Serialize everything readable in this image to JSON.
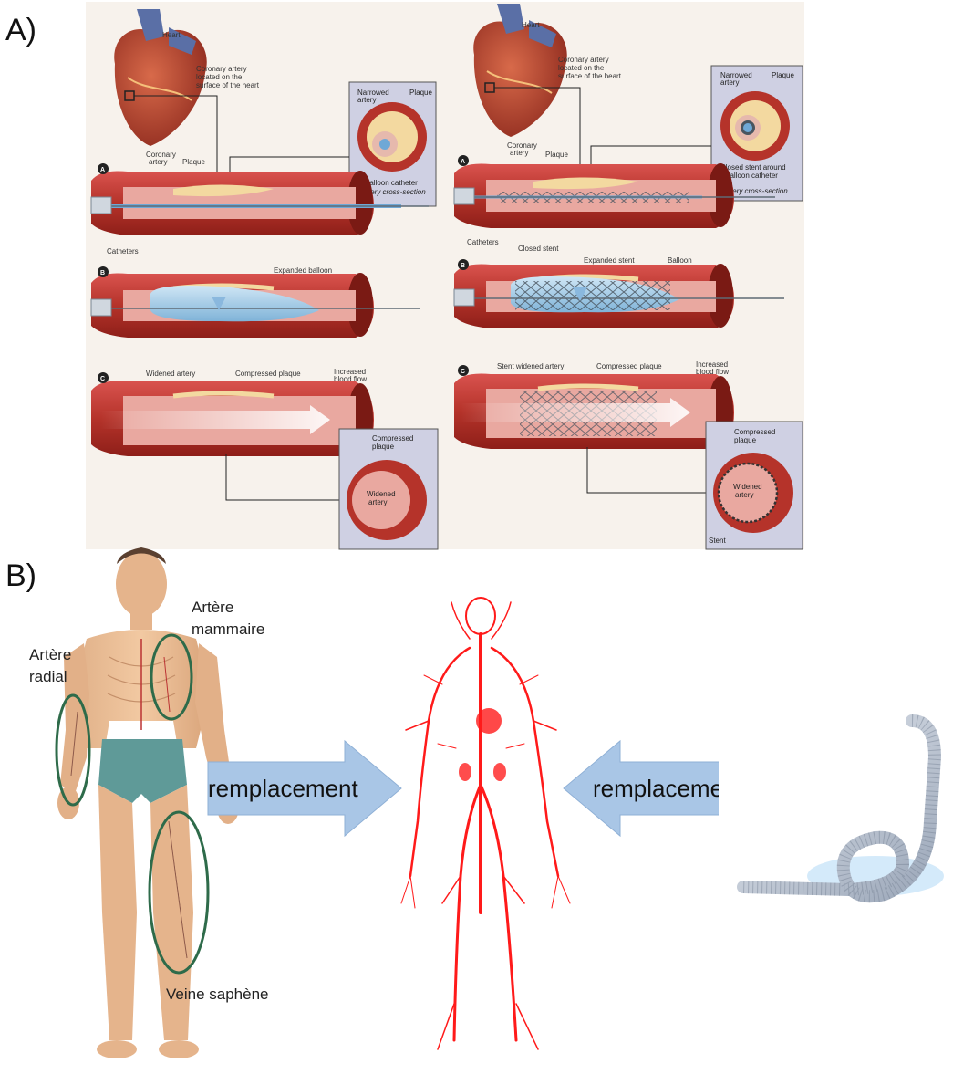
{
  "panel_a": {
    "label": "A)",
    "left": {
      "heart": "Heart",
      "coronary": "Coronary artery located on the surface of the heart",
      "inset_top": {
        "narrowed": "Narrowed artery",
        "plaque": "Plaque",
        "catheter": "Balloon catheter",
        "section": "Artery cross-section"
      },
      "step_a": {
        "letter": "A",
        "coronary_artery": "Coronary artery",
        "plaque": "Plaque",
        "catheters": "Catheters"
      },
      "step_b": {
        "letter": "B",
        "expanded": "Expanded balloon"
      },
      "step_c": {
        "letter": "C",
        "widened": "Widened artery",
        "compressed": "Compressed plaque",
        "flow": "Increased blood flow"
      },
      "inset_bottom": {
        "compressed": "Compressed plaque",
        "widened": "Widened artery"
      }
    },
    "right": {
      "heart": "Heart",
      "coronary": "Coronary artery located on the surface of the heart",
      "inset_top": {
        "narrowed": "Narrowed artery",
        "plaque": "Plaque",
        "stent": "Closed stent around balloon catheter",
        "section": "Artery cross-section"
      },
      "step_a": {
        "letter": "A",
        "coronary_artery": "Coronary artery",
        "plaque": "Plaque",
        "catheters": "Catheters",
        "closed_stent": "Closed stent"
      },
      "step_b": {
        "letter": "B",
        "expanded_stent": "Expanded stent",
        "balloon": "Balloon"
      },
      "step_c": {
        "letter": "C",
        "stent_widened": "Stent widened artery",
        "compressed": "Compressed plaque",
        "flow": "Increased blood flow"
      },
      "inset_bottom": {
        "compressed": "Compressed plaque",
        "widened": "Widened artery",
        "stent": "Stent"
      }
    }
  },
  "panel_b": {
    "label": "B)",
    "artere_mammaire": "Artère mammaire",
    "artere_radial": "Artère radial",
    "veine_saphene": "Veine saphène",
    "arrow_left": "remplacement",
    "arrow_right": "remplacement"
  },
  "colors": {
    "artery": "#c0392b",
    "plaque": "#f3d9a0",
    "ellipse": "#2e6b4a",
    "arrow": "#a9c6e6",
    "vessel": "#ff1a1a"
  }
}
